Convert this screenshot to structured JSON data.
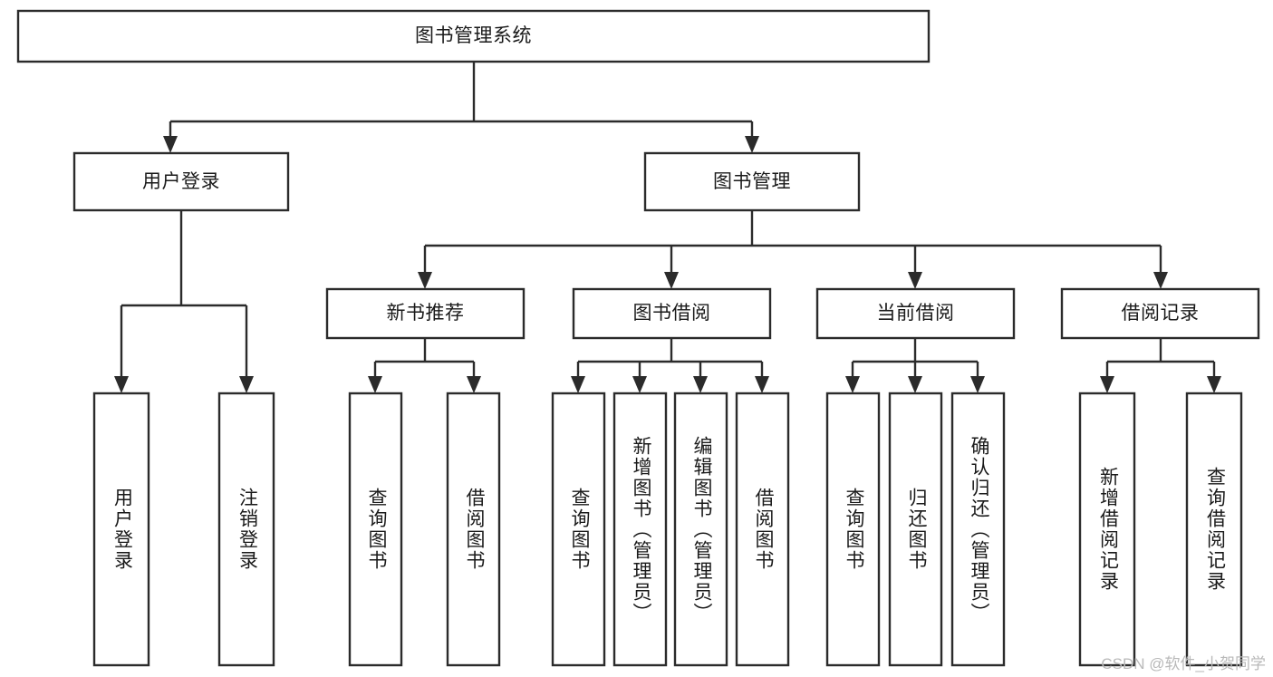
{
  "diagram": {
    "type": "tree-hierarchy",
    "title": "图书管理系统",
    "orientation": "top-down",
    "colors": {
      "box_stroke": "#2b2b2b",
      "box_fill": "#ffffff",
      "text": "#1a1a1a",
      "connector": "#2b2b2b",
      "watermark": "#b9b9b9",
      "background": "#ffffff"
    },
    "levels": {
      "level1": [
        {
          "id": "root",
          "label": "图书管理系统"
        }
      ],
      "level2": [
        {
          "id": "user-login",
          "label": "用户登录"
        },
        {
          "id": "book-manage",
          "label": "图书管理"
        }
      ],
      "level3": [
        {
          "id": "new-book-recommend",
          "label": "新书推荐",
          "parent": "book-manage"
        },
        {
          "id": "book-borrow",
          "label": "图书借阅",
          "parent": "book-manage"
        },
        {
          "id": "current-borrow",
          "label": "当前借阅",
          "parent": "book-manage"
        },
        {
          "id": "borrow-record",
          "label": "借阅记录",
          "parent": "book-manage"
        }
      ],
      "level4": [
        {
          "id": "leaf-user-login",
          "label": "用户登录",
          "parent": "user-login"
        },
        {
          "id": "leaf-logout",
          "label": "注销登录",
          "parent": "user-login"
        },
        {
          "id": "leaf-query-book-1",
          "label": "查询图书",
          "parent": "new-book-recommend"
        },
        {
          "id": "leaf-borrow-book-1",
          "label": "借阅图书",
          "parent": "new-book-recommend"
        },
        {
          "id": "leaf-query-book-2",
          "label": "查询图书",
          "parent": "book-borrow"
        },
        {
          "id": "leaf-add-book",
          "label": "新增图书（管理员）",
          "parent": "book-borrow"
        },
        {
          "id": "leaf-edit-book",
          "label": "编辑图书（管理员）",
          "parent": "book-borrow"
        },
        {
          "id": "leaf-borrow-book-2",
          "label": "借阅图书",
          "parent": "book-borrow"
        },
        {
          "id": "leaf-query-book-3",
          "label": "查询图书",
          "parent": "current-borrow"
        },
        {
          "id": "leaf-return-book",
          "label": "归还图书",
          "parent": "current-borrow"
        },
        {
          "id": "leaf-confirm-return",
          "label": "确认归还（管理员）",
          "parent": "current-borrow"
        },
        {
          "id": "leaf-add-record",
          "label": "新增借阅记录",
          "parent": "borrow-record"
        },
        {
          "id": "leaf-query-record",
          "label": "查询借阅记录",
          "parent": "borrow-record"
        }
      ]
    }
  },
  "watermark": {
    "text": "CSDN @软件_小贺同学"
  }
}
